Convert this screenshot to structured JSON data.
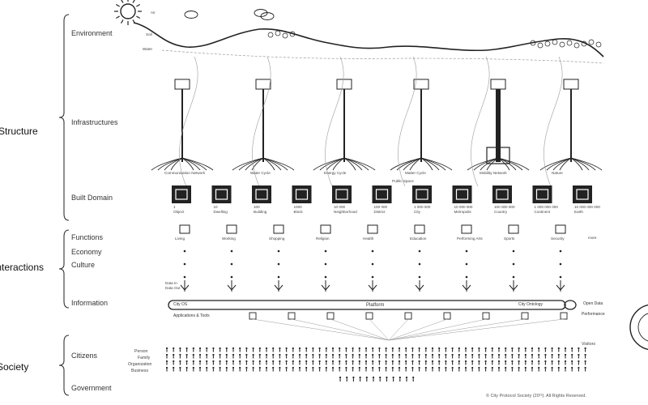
{
  "groups": {
    "structure": "Structure",
    "interactions": "Interactions",
    "society": "Society"
  },
  "sections": {
    "environment": "Environment",
    "infrastructures": "Infrastructures",
    "built_domain": "Built Domain",
    "functions": "Functions",
    "economy": "Economy",
    "culture": "Culture",
    "information": "Information",
    "citizens": "Citizens",
    "government": "Government"
  },
  "environment_layers": {
    "air": "Air",
    "soil": "Soil",
    "water": "Water"
  },
  "infrastructure_systems": [
    "Communication Network",
    "Water Cycle",
    "Energy Cycle",
    "Matter Cycle",
    "Mobility Network",
    "Nature"
  ],
  "public_space_label": "Public Space",
  "built_scale": [
    {
      "value": "1",
      "label": "Object"
    },
    {
      "value": "10",
      "label": "Dwelling"
    },
    {
      "value": "100",
      "label": "Building"
    },
    {
      "value": "1000",
      "label": "Block"
    },
    {
      "value": "10 000",
      "label": "Neighborhood"
    },
    {
      "value": "100 000",
      "label": "District"
    },
    {
      "value": "1 000 000",
      "label": "City"
    },
    {
      "value": "10 000 000",
      "label": "Metropolis"
    },
    {
      "value": "100 000 000",
      "label": "Country"
    },
    {
      "value": "1 000 000 000",
      "label": "Continent"
    },
    {
      "value": "10 000 000 000",
      "label": "Earth"
    }
  ],
  "functions": [
    "Living",
    "Working",
    "Shopping",
    "Religion",
    "Health",
    "Education",
    "Performing Arts",
    "Sports",
    "Security"
  ],
  "functions_more": "more",
  "data_flow": {
    "in": "Data In",
    "out": "Data Out"
  },
  "platform": {
    "city_os": "City OS",
    "platform": "Platform",
    "city_ontology": "City Ontology",
    "open_data": "Open Data",
    "performance": "Performance",
    "apps_tools": "Applications & Tools"
  },
  "citizen_types": [
    "Person",
    "Family",
    "Organization",
    "Business"
  ],
  "visitors": "Visitors",
  "copyright": "© City Protocol Society (20¹³). All Rights Reserved.",
  "colors": {
    "ink": "#222222",
    "line": "#555555",
    "faint": "#9a9a9a"
  }
}
